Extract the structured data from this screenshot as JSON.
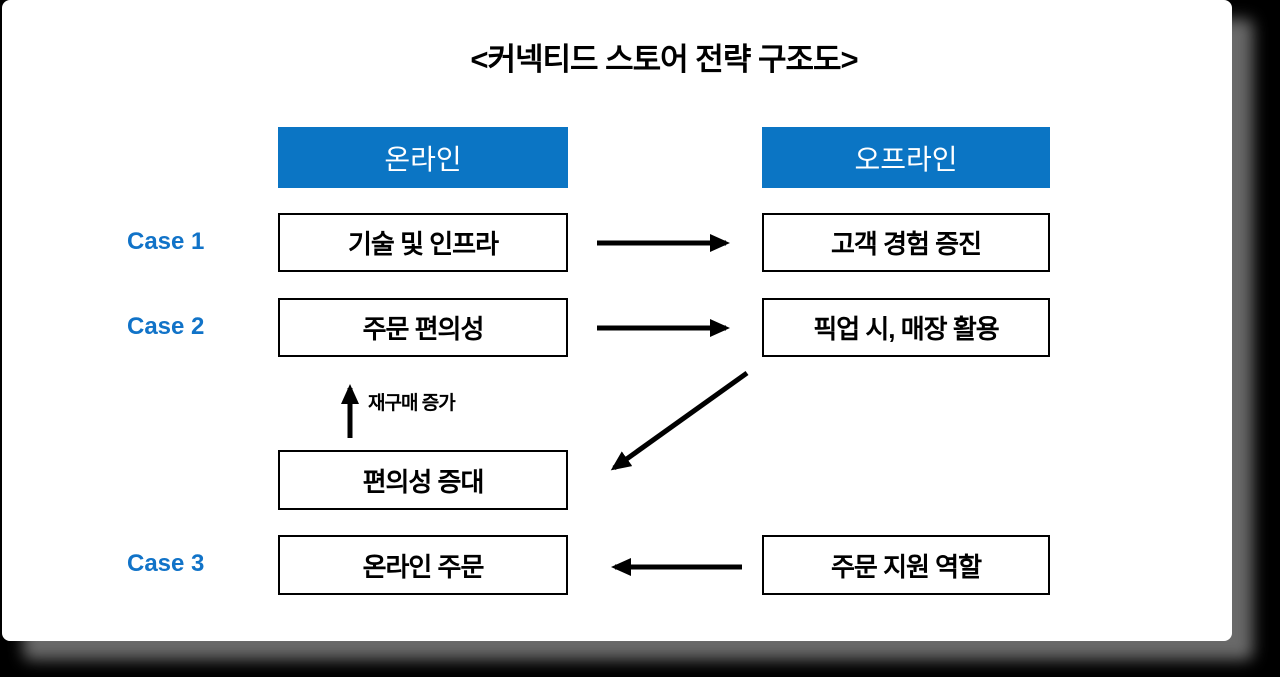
{
  "title": "<커넥티드 스토어 전략 구조도>",
  "colors": {
    "background": "#000000",
    "card": "#ffffff",
    "header_blue": "#0b75c4",
    "case_label_blue": "#1173c8",
    "box_border": "#000000",
    "arrow": "#000000",
    "shadow_gray": "#afafaf"
  },
  "columns": {
    "online": "온라인",
    "offline": "오프라인"
  },
  "cases": {
    "case1": "Case 1",
    "case2": "Case 2",
    "case3": "Case 3"
  },
  "boxes": {
    "tech_infra": "기술 및 인프라",
    "customer_experience": "고객 경험 증진",
    "order_convenience": "주문 편의성",
    "pickup_store_use": "픽업 시, 매장 활용",
    "convenience_increase": "편의성 증대",
    "online_order": "온라인 주문",
    "order_support_role": "주문 지원 역할"
  },
  "annotations": {
    "repurchase_increase": "재구매 증가"
  },
  "diagram_edges": [
    {
      "from": "기술 및 인프라",
      "to": "고객 경험 증진",
      "direction": "right",
      "label": ""
    },
    {
      "from": "주문 편의성",
      "to": "픽업 시, 매장 활용",
      "direction": "right",
      "label": ""
    },
    {
      "from": "픽업 시, 매장 활용",
      "to": "편의성 증대",
      "direction": "down-left",
      "label": ""
    },
    {
      "from": "편의성 증대",
      "to": "주문 편의성",
      "direction": "up",
      "label": "재구매 증가"
    },
    {
      "from": "주문 지원 역할",
      "to": "온라인 주문",
      "direction": "left",
      "label": ""
    }
  ]
}
